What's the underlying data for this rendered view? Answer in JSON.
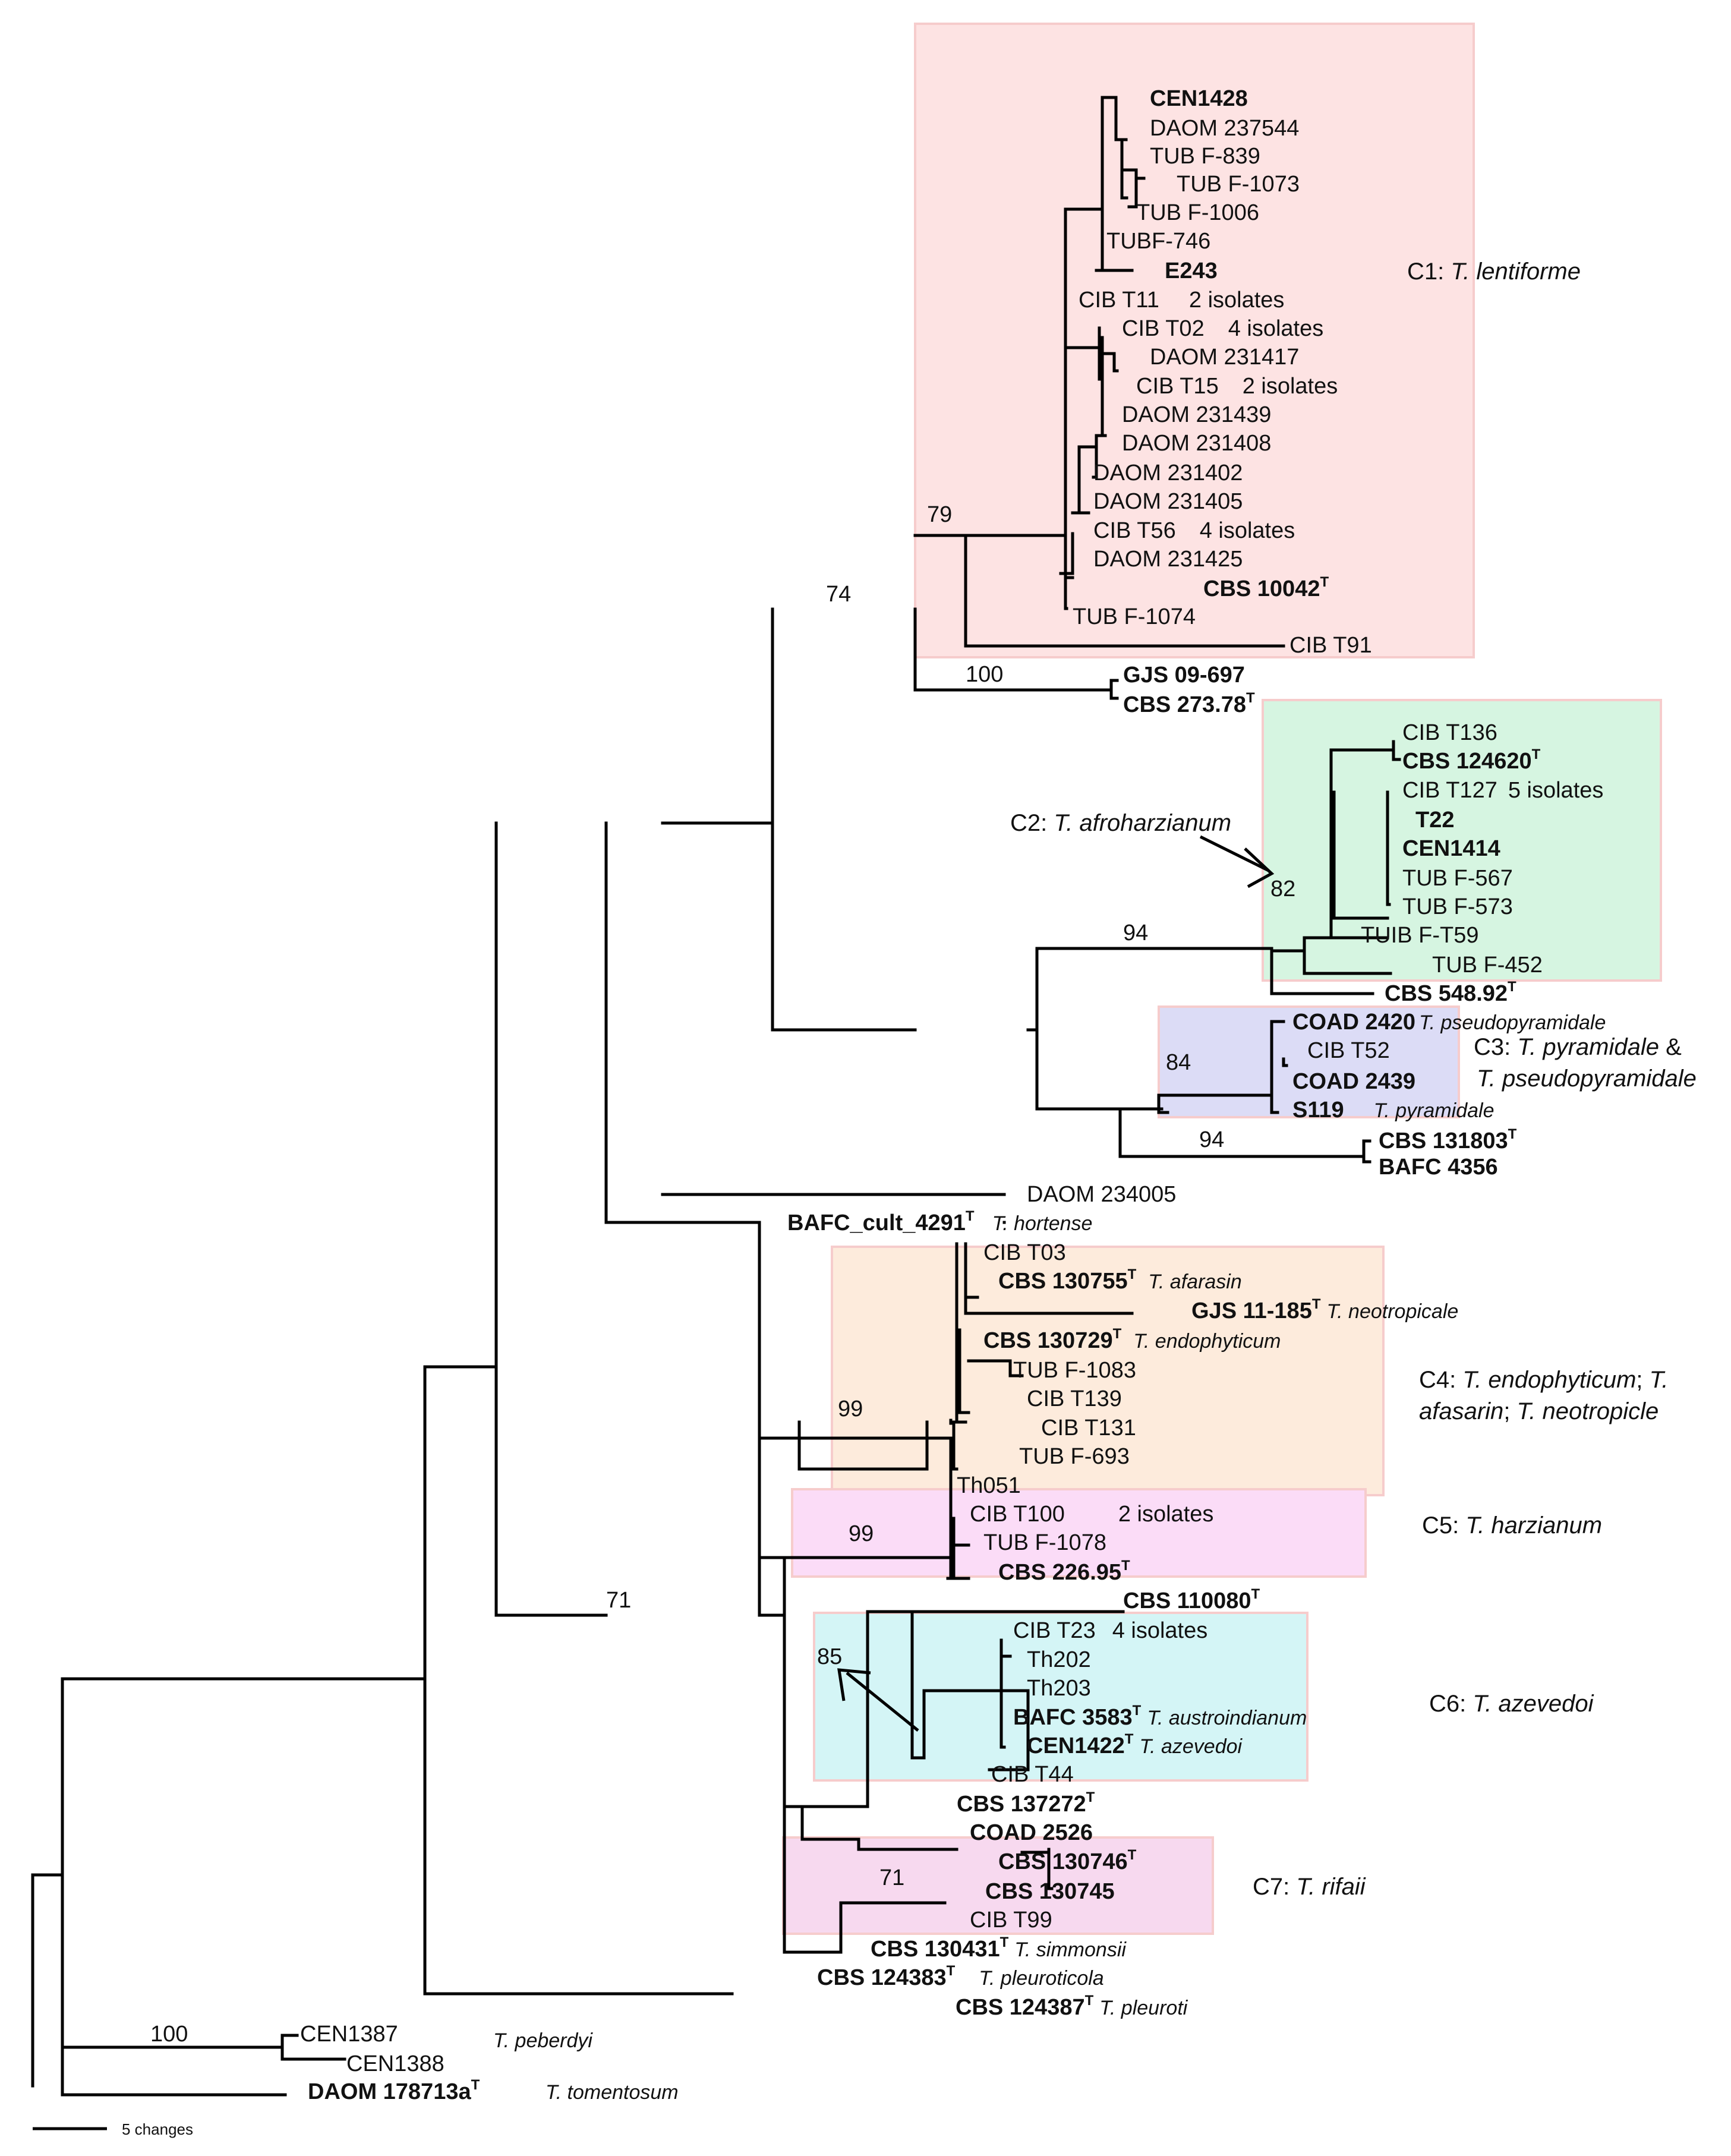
{
  "tips": {
    "cen1428": "CEN1428",
    "daom237544": "DAOM 237544",
    "tubf839": "TUB F-839",
    "tubf1073": "TUB F-1073",
    "tubf1006": "TUB F-1006",
    "tubf746": "TUBF-746",
    "e243": "E243",
    "cibt11": "CIB T11",
    "cibt11_n": "2 isolates",
    "cibt02": "CIB T02",
    "cibt02_n": "4 isolates",
    "daom231417": "DAOM 231417",
    "cibt15": "CIB T15",
    "cibt15_n": "2 isolates",
    "daom231439": "DAOM 231439",
    "daom231408": "DAOM 231408",
    "daom231402": "DAOM 231402",
    "daom231405": "DAOM 231405",
    "cibt56": "CIB T56",
    "cibt56_n": "4 isolates",
    "daom231425": "DAOM 231425",
    "cbs10042": "CBS 10042",
    "tubf1074": "TUB F-1074",
    "cibt91": "CIB T91",
    "gjs09697": "GJS 09-697",
    "cbs27378": "CBS 273.78",
    "cibt136": "CIB T136",
    "cbs124620": "CBS 124620",
    "cibt127": "CIB T127",
    "cibt127_n": "5 isolates",
    "t22": "T22",
    "cen1414": "CEN1414",
    "tubf567": "TUB F-567",
    "tubf573": "TUB F-573",
    "tuibft59": "TUIB F-T59",
    "tubf452": "TUB F-452",
    "cbs54892": "CBS 548.92",
    "coad2420": "COAD 2420",
    "coad2420_sp": "T. pseudopyramidale",
    "cibt52": "CIB T52",
    "coad2439": "COAD 2439",
    "s119": "S119",
    "s119_sp": "T. pyramidale",
    "cbs131803": "CBS 131803",
    "bafc4356": "BAFC 4356",
    "daom234005": "DAOM 234005",
    "bafccult4291": "BAFC_cult_4291",
    "bafccult4291_sp": "T. hortense",
    "cibt03": "CIB T03",
    "cbs130755": "CBS 130755",
    "cbs130755_sp": "T. afarasin",
    "gjs11185": "GJS 11-185",
    "gjs11185_sp": "T. neotropicale",
    "cbs130729": "CBS 130729",
    "cbs130729_sp": "T. endophyticum",
    "tubf1083": "TUB F-1083",
    "cibt139": "CIB T139",
    "cibt131": "CIB T131",
    "tubf693": "TUB F-693",
    "th051": "Th051",
    "cibt100": "CIB T100",
    "cibt100_n": "2 isolates",
    "tubf1078": "TUB F-1078",
    "cbs22695": "CBS 226.95",
    "cbs110080": "CBS 110080",
    "cibt23": "CIB T23",
    "cibt23_n": "4 isolates",
    "th202": "Th202",
    "th203": "Th203",
    "bafc3583": "BAFC 3583",
    "bafc3583_sp": "T. austroindianum",
    "cen1422": "CEN1422",
    "cen1422_sp": "T. azevedoi",
    "cibt44": "CIB T44",
    "cbs137272": "CBS 137272",
    "coad2526": "COAD 2526",
    "cbs130746": "CBS 130746",
    "cbs130745": "CBS 130745",
    "cibt99": "CIB T99",
    "cbs130431": "CBS 130431",
    "cbs130431_sp": "T. simmonsii",
    "cbs124383": "CBS 124383",
    "cbs124383_sp": "T. pleuroticola",
    "cbs124387": "CBS 124387",
    "cbs124387_sp": "T. pleuroti",
    "cen1387": "CEN1387",
    "cen1388": "CEN1388",
    "peberdyi_sp": "T. peberdyi",
    "daom178713a": "DAOM 178713a",
    "tomentosum_sp": "T. tomentosum",
    "type_mark": "T"
  },
  "clades": {
    "c1_prefix": "C1: ",
    "c1_name": "T. lentiforme",
    "c2_prefix": "C2: ",
    "c2_name": "T. afroharzianum",
    "c3_prefix": "C3: ",
    "c3_name_a": "T. pyramidale",
    "c3_amp": " &",
    "c3_name_b": "T. pseudopyramidale",
    "c4_prefix": "C4: ",
    "c4_name_a": "T. endophyticum",
    "c4_sep1": "; ",
    "c4_name_b": "T.",
    "c4_name_c": "afasarin",
    "c4_sep2": "; ",
    "c4_name_d": "T. neotropicle",
    "c5_prefix": "C5: ",
    "c5_name": "T. harzianum",
    "c6_prefix": "C6: ",
    "c6_name": "T. azevedoi",
    "c7_prefix": "C7: ",
    "c7_name": "T. rifaii"
  },
  "clade_colors": {
    "c1": "#fde3e3",
    "c2": "#d6f5e1",
    "c3": "#dcdcf6",
    "c4": "#fdebdc",
    "c5": "#fbdcf7",
    "c6": "#d4f5f6",
    "c7": "#f7d9ef",
    "border": "#f6cccc"
  },
  "bootstrap": {
    "b79": "79",
    "b74": "74",
    "b100a": "100",
    "b82": "82",
    "b94a": "94",
    "b84": "84",
    "b94b": "94",
    "b99a": "99",
    "b99b": "99",
    "b71a": "71",
    "b85": "85",
    "b71b": "71",
    "b100b": "100"
  },
  "scale": {
    "label": "5 changes"
  }
}
